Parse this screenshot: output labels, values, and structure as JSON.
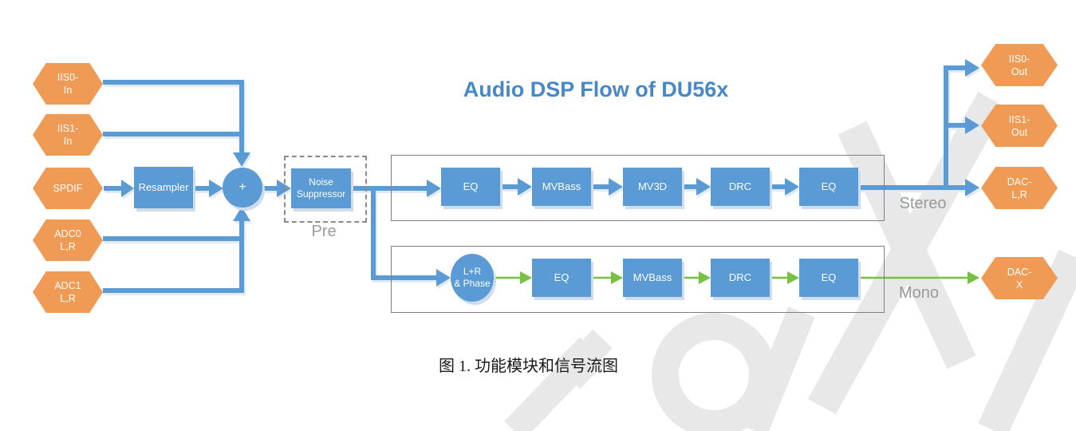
{
  "title": "Audio DSP Flow of DU56x",
  "caption": "图 1. 功能模块和信号流图",
  "colors": {
    "node_blue": "#5B9BD5",
    "node_orange": "#EF9B55",
    "arrow_green": "#77C142",
    "title_blue": "#4788C8",
    "label_gray": "#9A9A9A",
    "border_gray": "#7F7F7F",
    "shadow_blue": "#CFDDEC",
    "watermark_gray": "#E8E8E8"
  },
  "inputs": [
    {
      "line1": "IIS0-",
      "line2": "In"
    },
    {
      "line1": "IIS1-",
      "line2": "In"
    },
    {
      "line1": "SPDIF",
      "line2": ""
    },
    {
      "line1": "ADC0",
      "line2": "L,R"
    },
    {
      "line1": "ADC1",
      "line2": "L,R"
    }
  ],
  "pre_stage": {
    "resampler": "Resampler",
    "sum": "+",
    "noise_line1": "Noise",
    "noise_line2": "Suppressor",
    "label": "Pre"
  },
  "stereo_chain": {
    "label": "Stereo",
    "blocks": [
      "EQ",
      "MVBass",
      "MV3D",
      "DRC",
      "EQ"
    ]
  },
  "mono_chain": {
    "label": "Mono",
    "mixer_line1": "L+R",
    "mixer_line2": "& Phase",
    "blocks": [
      "EQ",
      "MVBass",
      "DRC",
      "EQ"
    ]
  },
  "outputs": [
    {
      "line1": "IIS0-",
      "line2": "Out"
    },
    {
      "line1": "IIS1-",
      "line2": "Out"
    },
    {
      "line1": "DAC-",
      "line2": "L,R"
    },
    {
      "line1": "DAC-",
      "line2": "X"
    }
  ]
}
